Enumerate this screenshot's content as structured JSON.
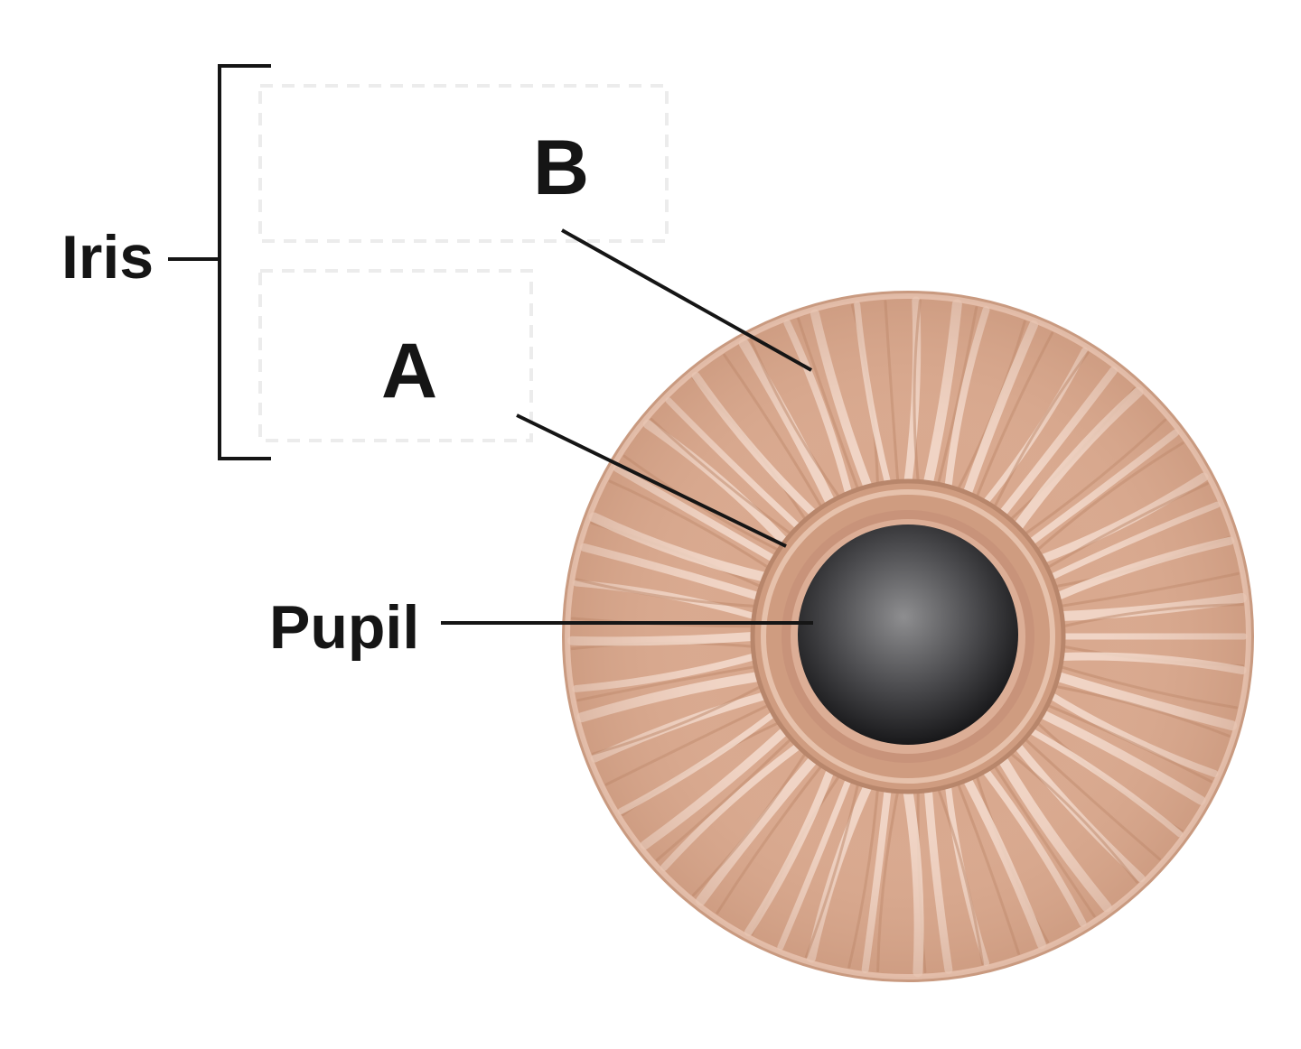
{
  "labels": {
    "iris": "Iris",
    "b": "B",
    "a": "A",
    "pupil": "Pupil"
  },
  "colors": {
    "iris_base": "#d9a98f",
    "iris_light": "#f3dccf",
    "iris_dark": "#c08a6e",
    "iris_rim": "#c99a80",
    "pupil_center": "#8a8a8c",
    "pupil_edge": "#151517",
    "line": "#151515"
  }
}
